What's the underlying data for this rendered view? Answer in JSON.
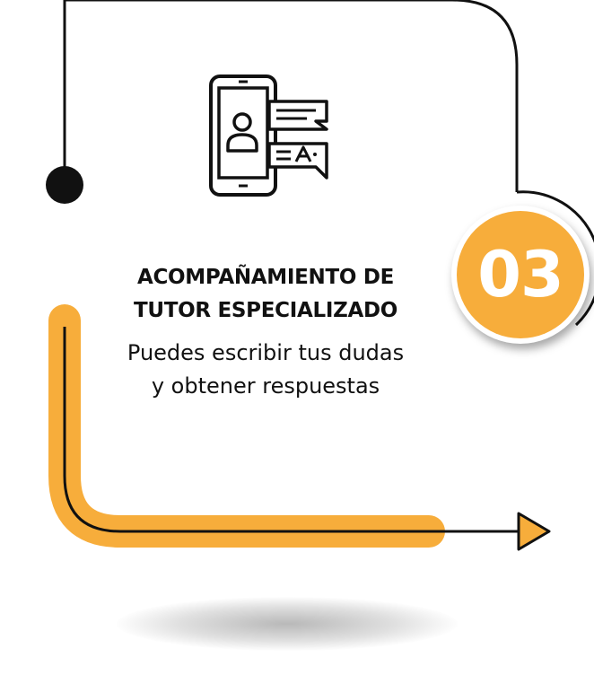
{
  "card": {
    "number": "03",
    "title_line1": "ACOMPAÑAMIENTO DE",
    "title_line2": "TUTOR ESPECIALIZADO",
    "description_line1": "Puedes escribir tus dudas",
    "description_line2": "y obtener respuestas",
    "icon": "phone-chat-icon",
    "accent_color": "#f7ad3b",
    "line_color": "#111111"
  }
}
